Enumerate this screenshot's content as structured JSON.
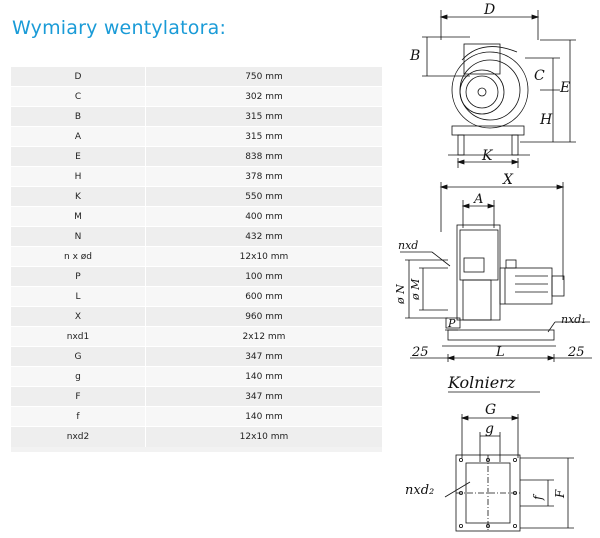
{
  "title": "Wymiary wentylatora:",
  "dimensions": [
    {
      "name": "D",
      "value": "750 mm"
    },
    {
      "name": "C",
      "value": "302 mm"
    },
    {
      "name": "B",
      "value": "315 mm"
    },
    {
      "name": "A",
      "value": "315 mm"
    },
    {
      "name": "E",
      "value": "838 mm"
    },
    {
      "name": "H",
      "value": "378 mm"
    },
    {
      "name": "K",
      "value": "550 mm"
    },
    {
      "name": "M",
      "value": "400 mm"
    },
    {
      "name": "N",
      "value": "432 mm"
    },
    {
      "name": "n x ød",
      "value": "12x10 mm"
    },
    {
      "name": "P",
      "value": "100 mm"
    },
    {
      "name": "L",
      "value": "600 mm"
    },
    {
      "name": "X",
      "value": "960 mm"
    },
    {
      "name": "nxd1",
      "value": "2x12 mm"
    },
    {
      "name": "G",
      "value": "347 mm"
    },
    {
      "name": "g",
      "value": "140 mm"
    },
    {
      "name": "F",
      "value": "347 mm"
    },
    {
      "name": "f",
      "value": "140 mm"
    },
    {
      "name": "nxd2",
      "value": "12x10 mm"
    }
  ],
  "drawing_labels": {
    "front": {
      "D": "D",
      "B": "B",
      "C": "C",
      "E": "E",
      "H": "H",
      "K": "K"
    },
    "side": {
      "X": "X",
      "A": "A",
      "nxd": "nxd",
      "N": "ø N",
      "M": "ø M",
      "P": "P",
      "nxd1": "nxd₁",
      "left25": "25",
      "L": "L",
      "right25": "25"
    },
    "flange": {
      "title": "Kolnierz",
      "G": "G",
      "g": "g",
      "nxd2": "nxd₂",
      "f": "f",
      "F": "F"
    }
  }
}
